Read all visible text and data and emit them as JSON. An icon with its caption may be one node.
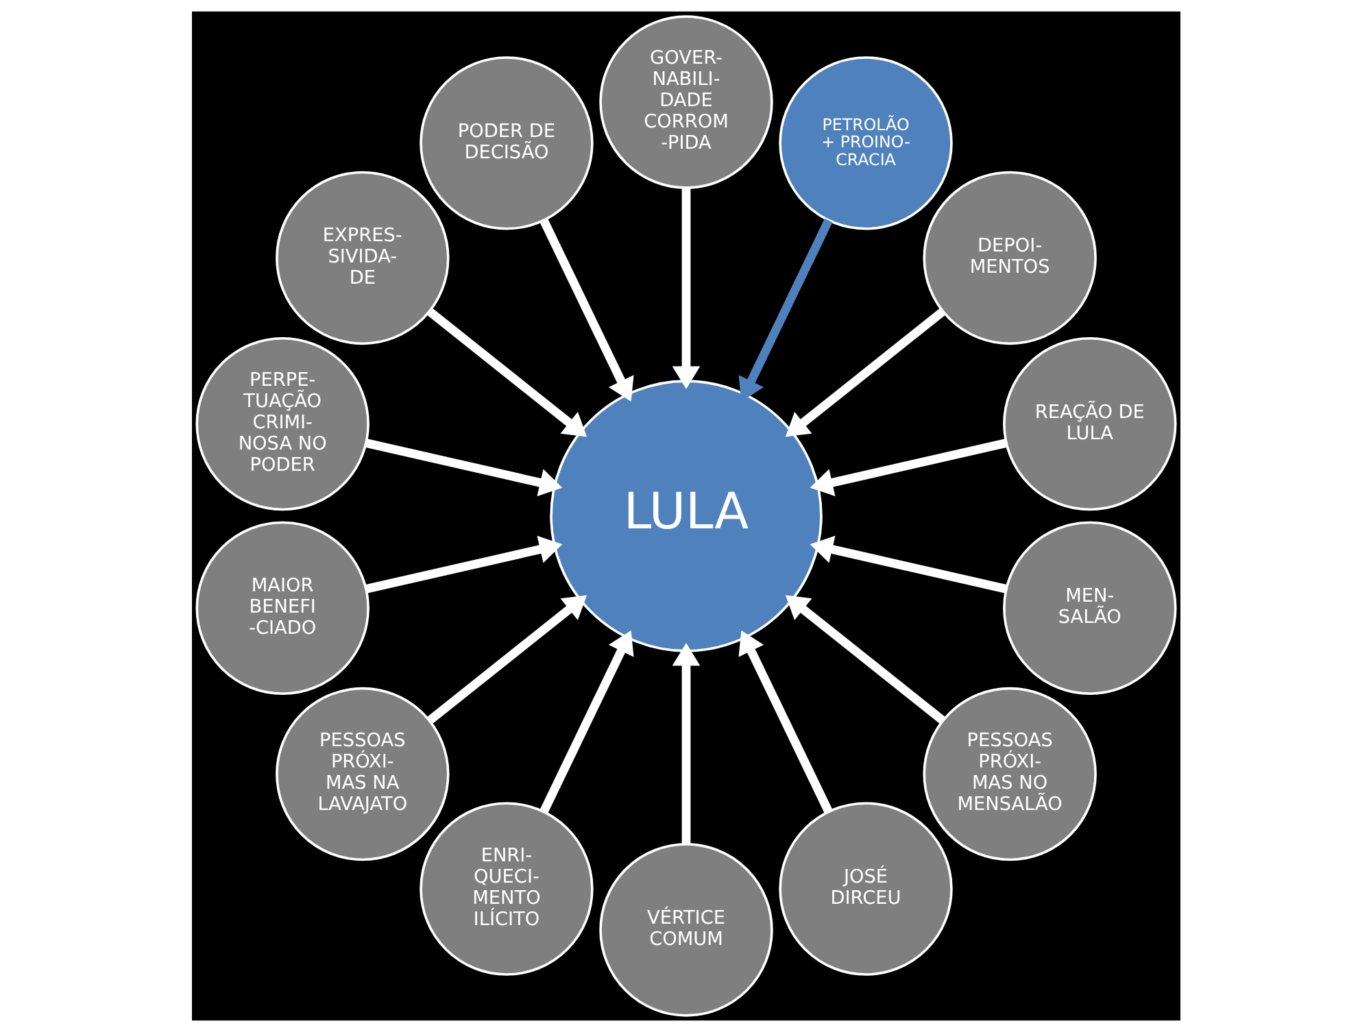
{
  "diagram": {
    "nodes": [
      {
        "text": [
          "REAÇÃO DE LULA"
        ]
      },
      {
        "text": [
          "DEPOI- MENTOS"
        ]
      },
      {
        "text": [
          "PETROLÃO + PROINO- CRACIA"
        ]
      },
      {
        "text": [
          "GOVER- NABILI- DADE CORROM -PIDA"
        ]
      },
      {
        "text": [
          "PODER DE DECISÃO"
        ]
      },
      {
        "text": [
          "EXPRES- SIVIDA- DE"
        ]
      },
      {
        "text": [
          "PERPE- TUAÇÃO CRIMI- NOSA NO PODER"
        ]
      },
      {
        "text": [
          "LULA"
        ]
      },
      {
        "text": [
          "MAIOR BENEFI -CIADO"
        ]
      },
      {
        "text": [
          "PESSOAS PRÓXI- MAS NA LAVAJATO"
        ]
      },
      {
        "text": [
          "ENRI- QUECI- MENTO ILÍCITO"
        ]
      },
      {
        "text": [
          "VÉRTICE COMUM"
        ]
      },
      {
        "text": [
          "JOSÉ DIRCEU"
        ]
      },
      {
        "text": [
          "PESSOAS PRÓXI- MAS NO MENSALÃO"
        ]
      },
      {
        "text": [
          "MEN- SALÃO"
        ]
      }
    ],
    "edges": [
      {
        "from": 2,
        "to": 7,
        "arrow": "to",
        "color": "#4f81bd"
      },
      {
        "from": 3,
        "to": 7,
        "arrow": "to"
      },
      {
        "from": 4,
        "to": 7,
        "arrow": "to"
      },
      {
        "from": 6,
        "to": 7,
        "arrow": "to"
      },
      {
        "from": 9,
        "to": 7,
        "arrow": "to"
      },
      {
        "from": 14,
        "to": 7,
        "arrow": "to"
      },
      {
        "from": 13,
        "to": 7,
        "arrow": "to"
      },
      {
        "from": 12,
        "to": 7,
        "arrow": "to"
      },
      {
        "from": 11,
        "to": 7,
        "arrow": "to"
      },
      {
        "from": 10,
        "to": 7,
        "arrow": "to"
      },
      {
        "from": 8,
        "to": 7,
        "arrow": "to"
      },
      {
        "from": 5,
        "to": 7,
        "arrow": "to"
      },
      {
        "from": 0,
        "to": 7,
        "arrow": "to"
      },
      {
        "from": 1,
        "to": 7,
        "arrow": "to"
      }
    ]
  }
}
